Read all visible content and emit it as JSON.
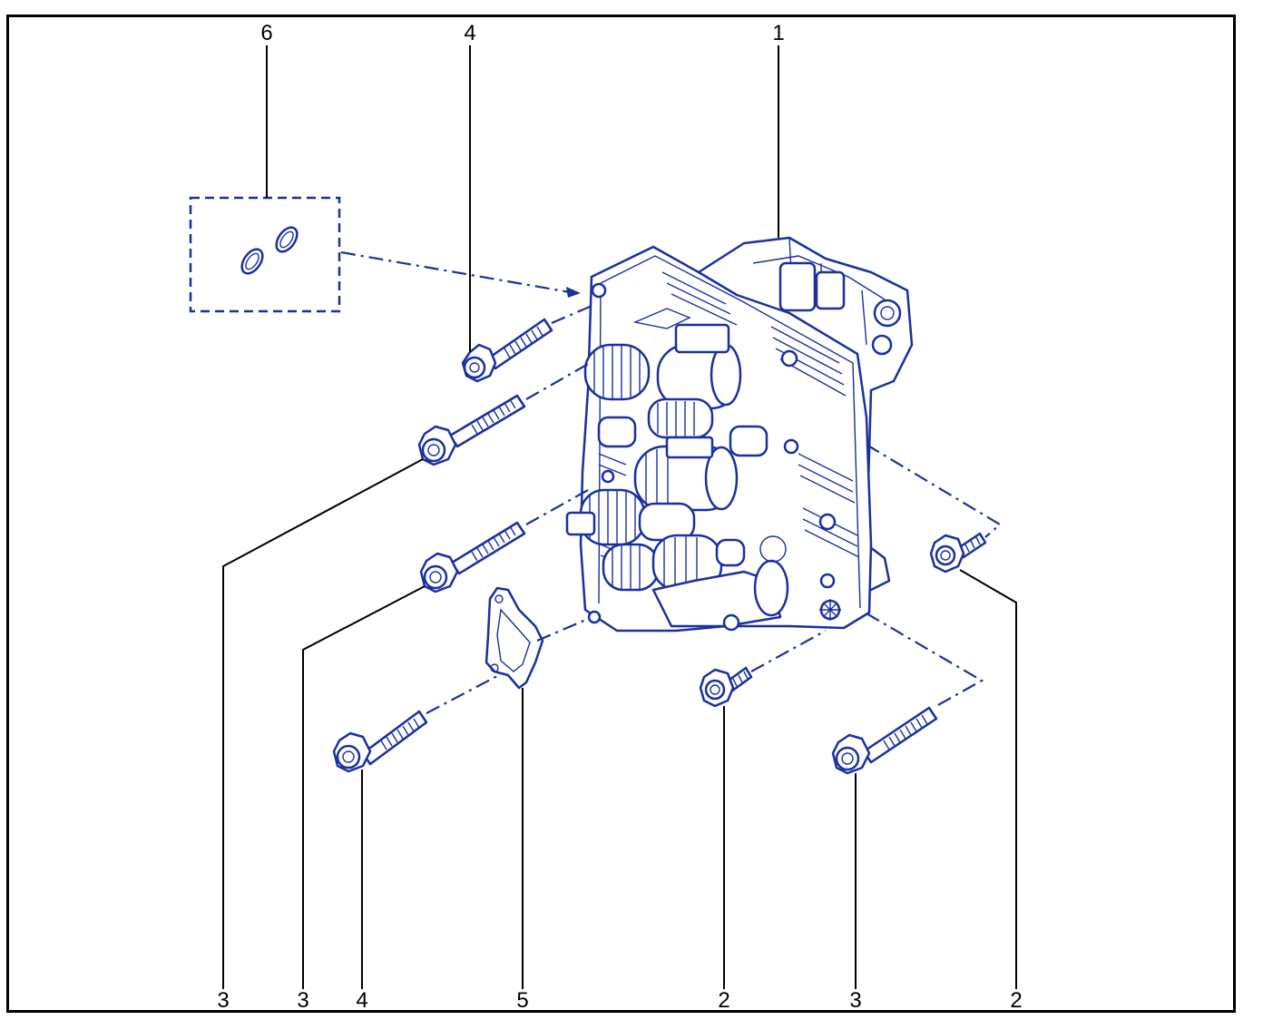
{
  "diagram": {
    "colors": {
      "line": "#1a2fa0",
      "leader": "#000000",
      "background": "#ffffff"
    },
    "callouts": {
      "top": [
        "6",
        "4",
        "1"
      ],
      "bottom": [
        "3",
        "3",
        "4",
        "5",
        "2",
        "3",
        "2"
      ]
    }
  }
}
